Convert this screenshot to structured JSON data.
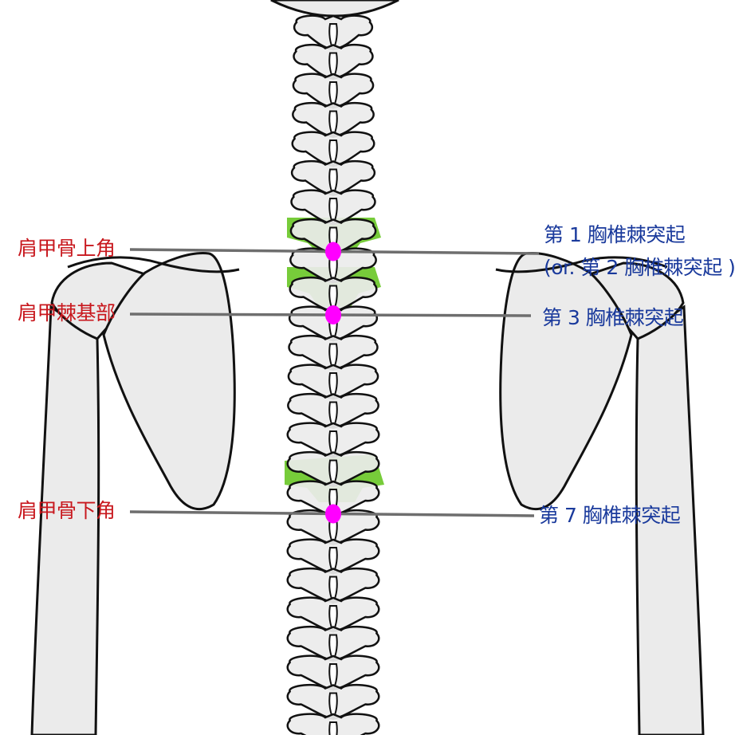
{
  "colors": {
    "bone_fill": "#ebebeb",
    "bone_stroke": "#111111",
    "marker": "#ff00ff",
    "highlight": "#77cc3a",
    "guide_line": "#6e6e6e",
    "left_label": "#c8181e",
    "right_label": "#1a3a9c"
  },
  "landmarks": [
    {
      "scapula_label": "肩甲骨上角",
      "spine_label": "第 1 胸椎棘突起",
      "spine_label_alt": "(or. 第 2 胸椎棘突起 )"
    },
    {
      "scapula_label": "肩甲棘基部",
      "spine_label": "第 3 胸椎棘突起"
    },
    {
      "scapula_label": "肩甲骨下角",
      "spine_label": "第 7 胸椎棘突起"
    }
  ]
}
